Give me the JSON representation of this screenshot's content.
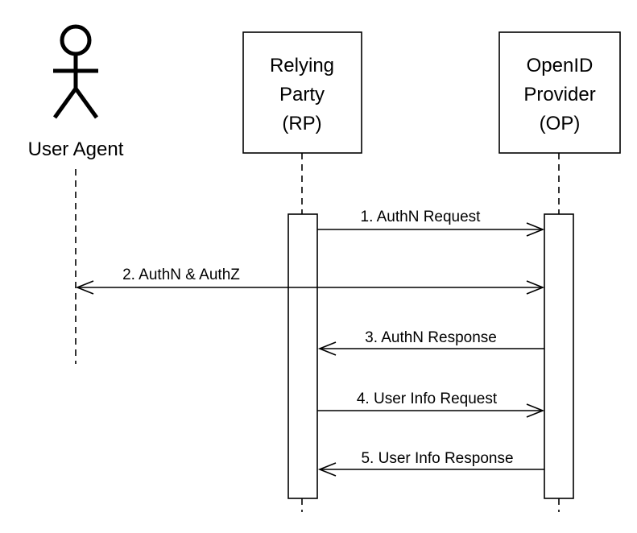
{
  "participants": {
    "user_agent": {
      "label": "User Agent"
    },
    "relying_party": {
      "lines": [
        "Relying",
        "Party",
        "(RP)"
      ]
    },
    "openid_provider": {
      "lines": [
        "OpenID",
        "Provider",
        "(OP)"
      ]
    }
  },
  "messages": [
    {
      "label": "1. AuthN Request",
      "from": "relying_party",
      "to": "openid_provider"
    },
    {
      "label": "2. AuthN & AuthZ",
      "from": "openid_provider",
      "to": "user_agent",
      "bidirectional": true
    },
    {
      "label": "3. AuthN Response",
      "from": "openid_provider",
      "to": "relying_party"
    },
    {
      "label": "4. User Info Request",
      "from": "relying_party",
      "to": "openid_provider"
    },
    {
      "label": "5. User Info Response",
      "from": "openid_provider",
      "to": "relying_party"
    }
  ]
}
